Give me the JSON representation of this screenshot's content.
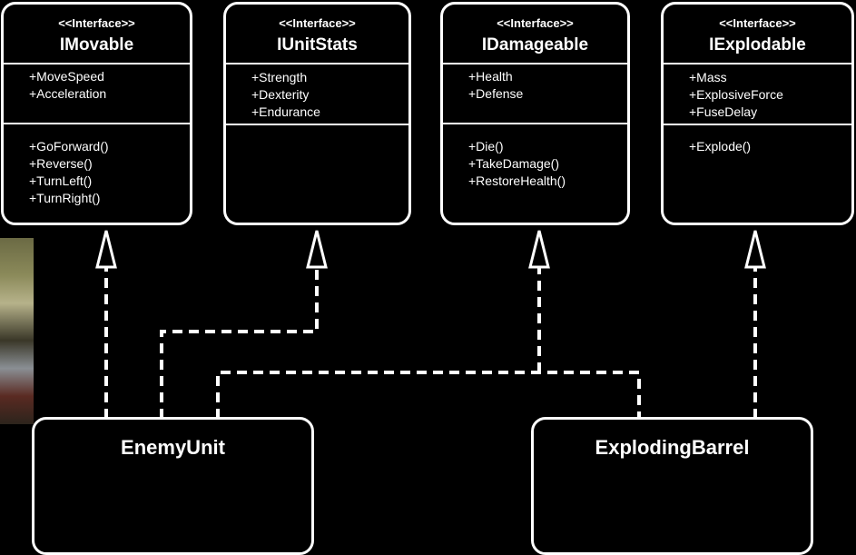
{
  "diagram": {
    "interfaces": [
      {
        "stereotype": "<<Interface>>",
        "name": "IMovable",
        "fields": [
          "+MoveSpeed",
          "+Acceleration"
        ],
        "methods": [
          "+GoForward()",
          "+Reverse()",
          "+TurnLeft()",
          "+TurnRight()"
        ]
      },
      {
        "stereotype": "<<Interface>>",
        "name": "IUnitStats",
        "fields": [
          "+Strength",
          "+Dexterity",
          "+Endurance"
        ],
        "methods": []
      },
      {
        "stereotype": "<<Interface>>",
        "name": "IDamageable",
        "fields": [
          "+Health",
          "+Defense"
        ],
        "methods": [
          "+Die()",
          "+TakeDamage()",
          "+RestoreHealth()"
        ]
      },
      {
        "stereotype": "<<Interface>>",
        "name": "IExplodable",
        "fields": [
          "+Mass",
          "+ExplosiveForce",
          "+FuseDelay"
        ],
        "methods": [
          "+Explode()"
        ]
      }
    ],
    "classes": [
      {
        "name": "EnemyUnit"
      },
      {
        "name": "ExplodingBarrel"
      }
    ],
    "relations": [
      {
        "from": "EnemyUnit",
        "to": "IMovable",
        "type": "realization"
      },
      {
        "from": "EnemyUnit",
        "to": "IUnitStats",
        "type": "realization"
      },
      {
        "from": "EnemyUnit",
        "to": "IDamageable",
        "type": "realization"
      },
      {
        "from": "ExplodingBarrel",
        "to": "IDamageable",
        "type": "realization"
      },
      {
        "from": "ExplodingBarrel",
        "to": "IExplodable",
        "type": "realization"
      }
    ]
  },
  "colors": {
    "background": "#000000",
    "foreground": "#ffffff"
  }
}
